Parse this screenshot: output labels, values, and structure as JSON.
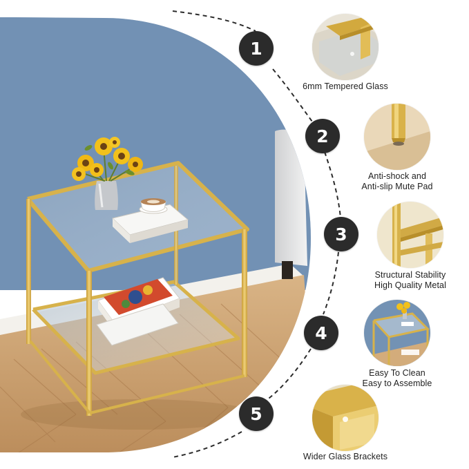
{
  "features": [
    {
      "number": "1",
      "label_lines": [
        "6mm Tempered Glass"
      ]
    },
    {
      "number": "2",
      "label_lines": [
        "Anti-shock and",
        "Anti-slip Mute Pad"
      ]
    },
    {
      "number": "3",
      "label_lines": [
        "Structural Stability",
        "High Quality Metal"
      ]
    },
    {
      "number": "4",
      "label_lines": [
        "Easy To Clean",
        "Easy to Assemble"
      ]
    },
    {
      "number": "5",
      "label_lines": [
        "Wider Glass Brackets"
      ]
    }
  ],
  "colors": {
    "wall": "#6f8fb2",
    "gold": "#d7b24b",
    "badge": "#2b2b2b",
    "floor": "#c99c6a"
  }
}
